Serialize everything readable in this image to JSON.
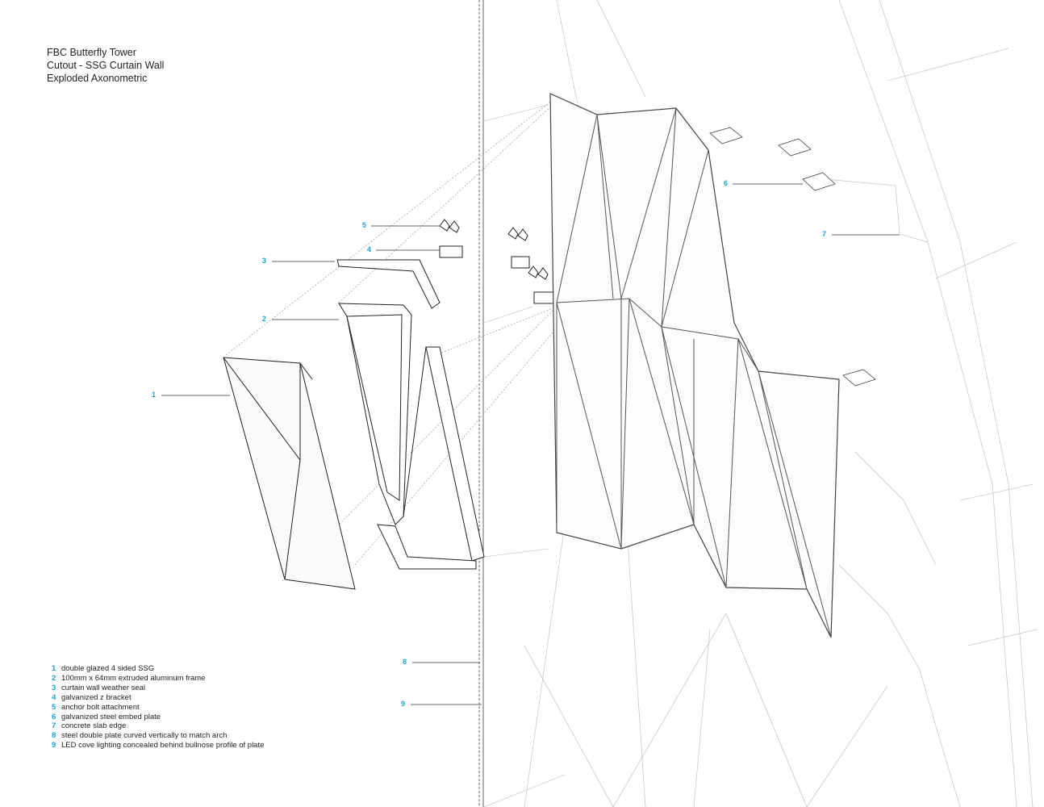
{
  "title": {
    "lines": [
      "FBC Butterfly Tower",
      "Cutout - SSG Curtain Wall",
      "Exploded Axonometric"
    ]
  },
  "legend": [
    {
      "num": "1",
      "text": "double glazed 4 sided SSG"
    },
    {
      "num": "2",
      "text": "100mm x 64mm extruded aluminum frame"
    },
    {
      "num": "3",
      "text": "curtain wall weather seal"
    },
    {
      "num": "4",
      "text": "galvanized z bracket"
    },
    {
      "num": "5",
      "text": "anchor bolt attachment"
    },
    {
      "num": "6",
      "text": "galvanized steel embed plate"
    },
    {
      "num": "7",
      "text": "concrete slab edge"
    },
    {
      "num": "8",
      "text": "steel double plate curved vertically to match arch"
    },
    {
      "num": "9",
      "text": "LED cove lighting concealed behind bullnose profile of plate"
    }
  ],
  "callouts": [
    "1",
    "2",
    "3",
    "4",
    "5",
    "6",
    "7",
    "8",
    "9"
  ],
  "colors": {
    "accent": "#1aa3d1",
    "line": "#333333",
    "faint": "#bbbbbb"
  }
}
